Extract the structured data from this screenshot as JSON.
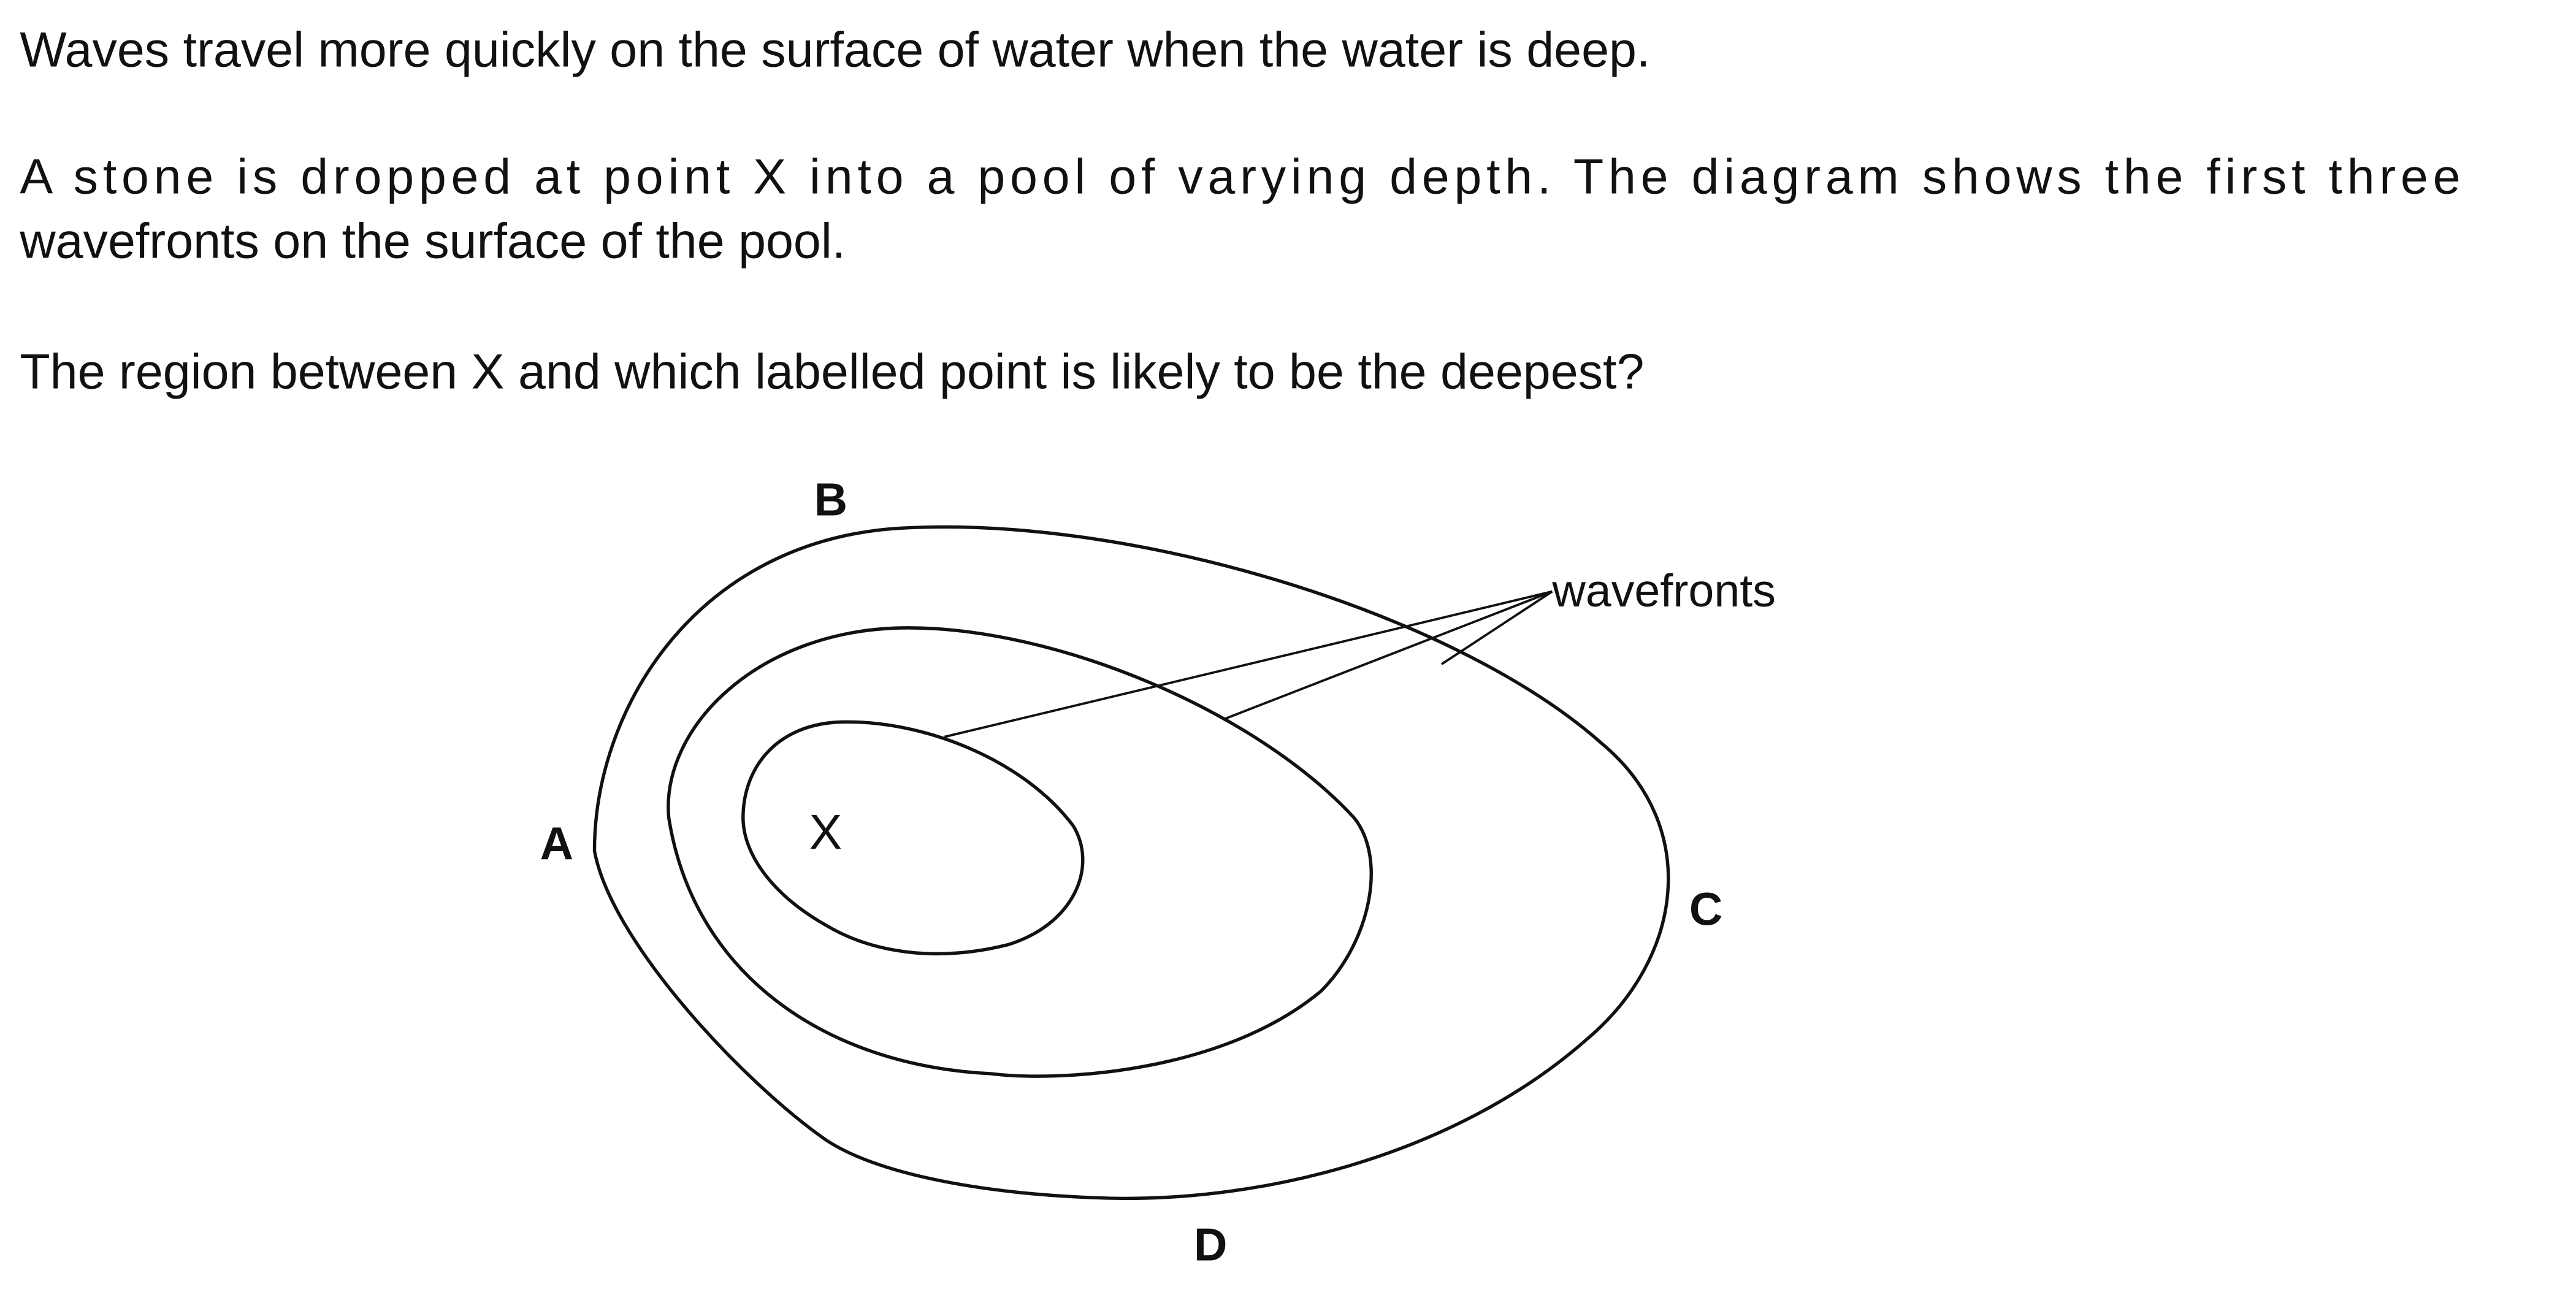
{
  "question": {
    "line1": "Waves travel more quickly on the surface of water when the water is deep.",
    "line2a": "A stone is dropped at point X into a pool of varying depth. The diagram shows the first three",
    "line2b": "wavefronts on the surface of the pool.",
    "line3": "The region between X and which labelled point is likely to be the deepest?"
  },
  "diagram": {
    "labels": {
      "a": "A",
      "b": "B",
      "c": "C",
      "d": "D",
      "x": "X"
    },
    "annotation": "wavefronts"
  }
}
